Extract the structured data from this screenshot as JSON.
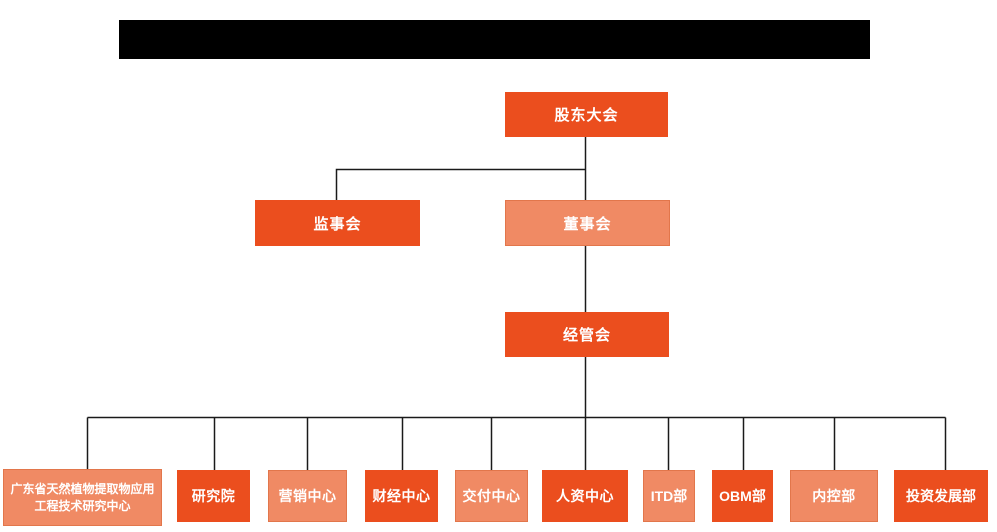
{
  "title_bar": {
    "redacted": true,
    "text": ""
  },
  "colors": {
    "node_primary": "#EB4E1E",
    "node_secondary": "#F08A64",
    "node_secondary_border": "#E2764B",
    "node_text": "#FFFFFF",
    "connector": "#1A1A1A",
    "redaction": "#000000",
    "background": "#FFFFFF"
  },
  "org_chart": {
    "nodes": [
      {
        "id": "shareholders",
        "label": "股东大会",
        "variant": "primary",
        "parent": null
      },
      {
        "id": "supervisory-board",
        "label": "监事会",
        "variant": "primary",
        "parent": "shareholders"
      },
      {
        "id": "board-of-directors",
        "label": "董事会",
        "variant": "secondary",
        "parent": "shareholders"
      },
      {
        "id": "management-committee",
        "label": "经管会",
        "variant": "primary",
        "parent": "board-of-directors"
      },
      {
        "id": "research-center",
        "label": "广东省天然植物提取物应用工程技术研究中心",
        "variant": "secondary",
        "parent": "management-committee"
      },
      {
        "id": "research-institute",
        "label": "研究院",
        "variant": "primary",
        "parent": "management-committee"
      },
      {
        "id": "marketing-center",
        "label": "营销中心",
        "variant": "secondary",
        "parent": "management-committee"
      },
      {
        "id": "finance-center",
        "label": "财经中心",
        "variant": "primary",
        "parent": "management-committee"
      },
      {
        "id": "delivery-center",
        "label": "交付中心",
        "variant": "secondary",
        "parent": "management-committee"
      },
      {
        "id": "hr-center",
        "label": "人资中心",
        "variant": "primary",
        "parent": "management-committee"
      },
      {
        "id": "itd-department",
        "label": "ITD部",
        "variant": "secondary",
        "parent": "management-committee"
      },
      {
        "id": "obm-department",
        "label": "OBM部",
        "variant": "primary",
        "parent": "management-committee"
      },
      {
        "id": "internal-control-dept",
        "label": "内控部",
        "variant": "secondary",
        "parent": "management-committee"
      },
      {
        "id": "investment-development-dept",
        "label": "投资发展部",
        "variant": "primary",
        "parent": "management-committee"
      }
    ]
  }
}
